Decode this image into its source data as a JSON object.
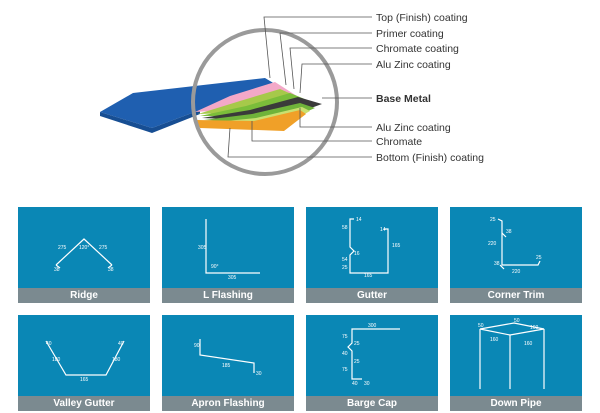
{
  "cross_section": {
    "labels_upper": [
      "Top (Finish) coating",
      "Primer coating",
      "Chromate coating",
      "Alu Zinc coating"
    ],
    "label_base": "Base Metal",
    "labels_lower": [
      "Alu Zinc coating",
      "Chromate",
      "Bottom (Finish) coating"
    ],
    "colors": {
      "top_finish": "#1f5fb0",
      "primer": "#f3a8c8",
      "chromate": "#a6c94a",
      "alu_zinc": "#7bbd3a",
      "base_metal": "#3a3a3a",
      "bottom_finish": "#f0a028",
      "circle": "#9a9a9a"
    }
  },
  "profiles": [
    {
      "name": "Ridge",
      "dims": [
        "275",
        "120°",
        "275",
        "38",
        "38"
      ]
    },
    {
      "name": "L Flashing",
      "dims": [
        "305",
        "90°",
        "305"
      ]
    },
    {
      "name": "Gutter",
      "dims": [
        "14",
        "58",
        "14",
        "165",
        "16",
        "54",
        "25",
        "165"
      ]
    },
    {
      "name": "Corner Trim",
      "dims": [
        "25",
        "38",
        "220",
        "38",
        "25",
        "220"
      ]
    },
    {
      "name": "Valley Gutter",
      "dims": [
        "40",
        "180",
        "40",
        "180",
        "165"
      ]
    },
    {
      "name": "Apron Flashing",
      "dims": [
        "90",
        "185",
        "30"
      ]
    },
    {
      "name": "Barge Cap",
      "dims": [
        "300",
        "75",
        "25",
        "40",
        "25",
        "75",
        "40",
        "30"
      ]
    },
    {
      "name": "Down Pipe",
      "dims": [
        "50",
        "50",
        "160",
        "160",
        "160"
      ]
    }
  ],
  "tile_color": "#0a87b5",
  "caption_color": "#7b8a90"
}
